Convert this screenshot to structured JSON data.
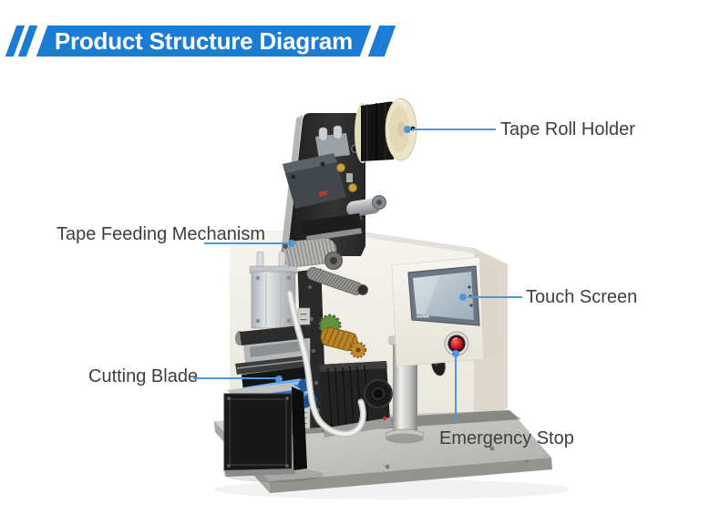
{
  "header": {
    "title": "Product Structure Diagram"
  },
  "labels": {
    "tape_roll_holder": "Tape Roll Holder",
    "tape_feeding_mechanism": "Tape Feeding Mechanism",
    "touch_screen": "Touch Screen",
    "cutting_blade": "Cutting Blade",
    "emergency_stop": "Emergency Stop"
  },
  "colors": {
    "banner": "#1a7cd4",
    "leader": "#4f97df",
    "label_text": "#3e3e3e",
    "roller_blue": "#2e7fd8",
    "button_red": "#d21422",
    "machine_body": "#f1efe9",
    "tape_flange": "#ece4c8",
    "base_metal": "#c3c3c1"
  }
}
